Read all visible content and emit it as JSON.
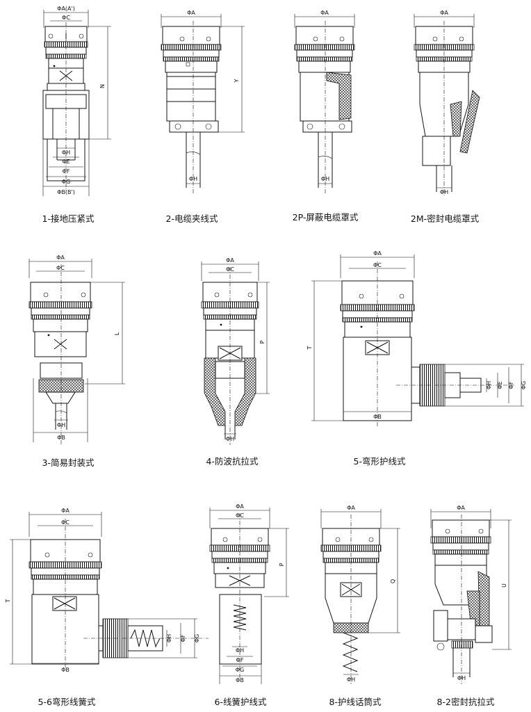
{
  "diagrams": [
    {
      "caption": "1-接地压紧式",
      "dims": [
        "ΦA(A')",
        "ΦC",
        "N",
        "ΦH",
        "ΦE",
        "ΦF",
        "ΦG",
        "ΦB(B')"
      ]
    },
    {
      "caption": "2-电缆夹线式",
      "dims": [
        "ΦA",
        "Y",
        "ΦH"
      ]
    },
    {
      "caption": "2P-屏蔽电缆罩式",
      "dims": [
        "ΦA",
        "ΦH"
      ]
    },
    {
      "caption": "2M-密封电缆罩式",
      "dims": [
        "ΦA",
        "ΦH"
      ]
    },
    {
      "caption": "3-简易封装式",
      "dims": [
        "ΦA",
        "ΦC",
        "L",
        "ΦH",
        "ΦB"
      ]
    },
    {
      "caption": "4-防波抗拉式",
      "dims": [
        "ΦA",
        "ΦC",
        "P",
        "ΦH"
      ]
    },
    {
      "caption": "5-弯形护线式",
      "dims": [
        "ΦA",
        "ΦC",
        "T",
        "ΦH",
        "ΦE",
        "ΦF",
        "ΦG",
        "ΦB"
      ]
    },
    {
      "caption": "5-6弯形线簧式",
      "dims": [
        "ΦA",
        "ΦC",
        "T",
        "ΦH",
        "ΦF",
        "ΦG",
        "ΦB"
      ]
    },
    {
      "caption": "6-线簧护线式",
      "dims": [
        "ΦA",
        "ΦC",
        "P",
        "ΦH",
        "ΦF",
        "ΦG",
        "ΦB"
      ]
    },
    {
      "caption": "8-护线话筒式",
      "dims": [
        "ΦA",
        "Q",
        "ΦH"
      ]
    },
    {
      "caption": "8-2密封抗拉式",
      "dims": [
        "ΦA",
        "U",
        "ΦH"
      ]
    }
  ]
}
